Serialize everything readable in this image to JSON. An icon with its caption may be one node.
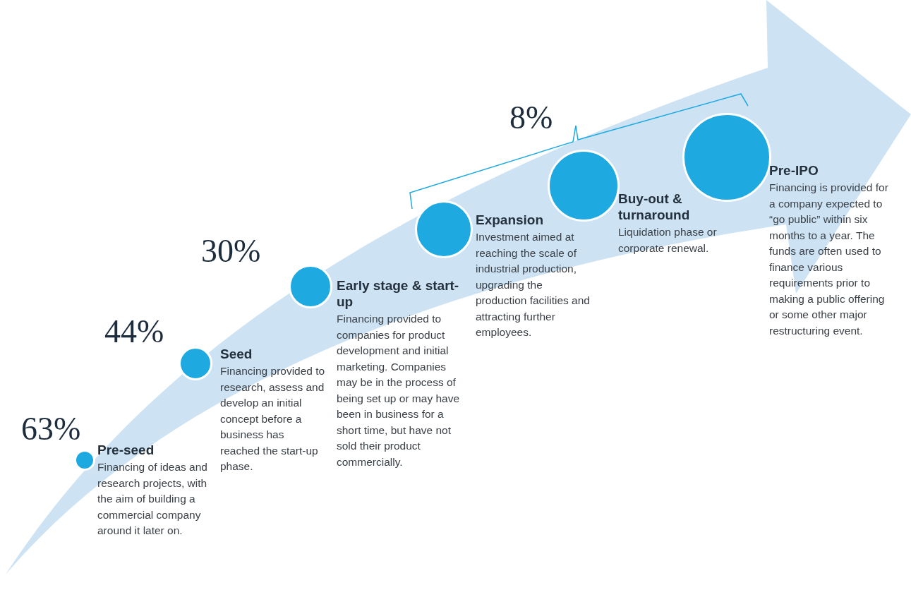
{
  "diagram": {
    "nodes": [
      {
        "text": [
          "Pre-seed",
          "Financing of ideas and research projects, with the aim of building a commercial company around it later on."
        ]
      },
      {
        "text": [
          "Seed",
          "Financing provided to research, assess and develop an initial concept before a business has reached the start-up phase."
        ]
      },
      {
        "text": [
          "Early stage & start-up",
          "Financing provided to companies for product development and initial marketing. Companies may be in the process of being set up or may have been in business for a short time, but have not sold their product commercially."
        ]
      },
      {
        "text": [
          "Expansion",
          "Investment aimed at reaching the scale of industrial production, upgrading the production facilities and attracting further employees."
        ]
      },
      {
        "text": [
          "Buy-out & turnaround",
          "Liquidation phase or corporate renewal."
        ]
      },
      {
        "text": [
          "Pre-IPO",
          "Financing is provided for a company expected to “go public” within six months to a year. The funds are often used to finance various requirements prior to making a public offering or some other major restructuring event."
        ]
      }
    ],
    "labels": [
      "63%",
      "44%",
      "30%",
      "8%"
    ]
  }
}
